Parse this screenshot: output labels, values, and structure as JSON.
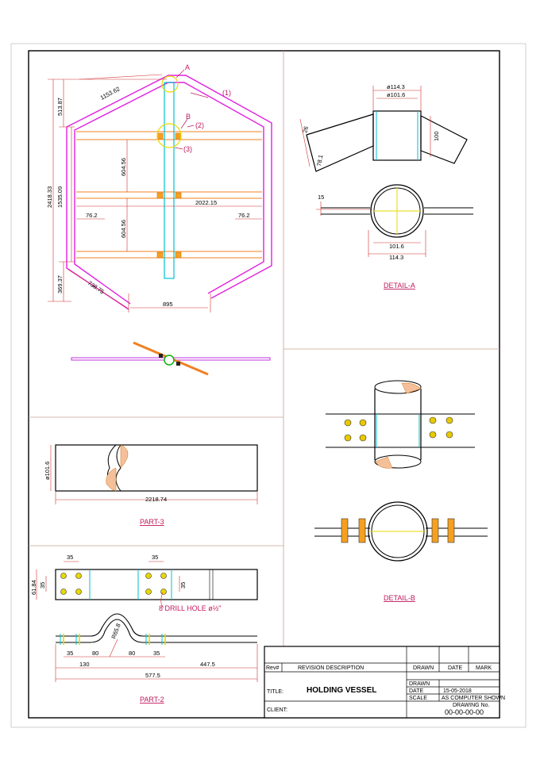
{
  "main_view": {
    "callouts": {
      "a": "A",
      "b": "B",
      "p1": "(1)",
      "p2": "(2)",
      "p3": "(3)"
    },
    "dims": {
      "d513": "513.87",
      "d1153": "1153.62",
      "d2418": "2418.33",
      "d1535": "1535.09",
      "d604a": "604.56",
      "d604b": "604.56",
      "d2022": "2022.15",
      "d76l": "76.2",
      "d76r": "76.2",
      "d369": "369.37",
      "d738": "738.75",
      "d895": "895"
    }
  },
  "detail_a": {
    "title": "DETAIL-A",
    "dims": {
      "o114": "ø114.3",
      "o101": "ø101.6",
      "d26": "26",
      "d78": "78.1",
      "d100": "100",
      "d15": "15",
      "d101": "101.6",
      "d114": "114.3"
    }
  },
  "detail_b": {
    "title": "DETAIL-B"
  },
  "part3": {
    "title": "PART-3",
    "dims": {
      "dia": "ø101.6",
      "len": "2218.74"
    }
  },
  "part2": {
    "title": "PART-2",
    "note": "8 DRILL HOLE ø½\"",
    "dims": {
      "t35a": "35",
      "t35b": "35",
      "h61": "61.84",
      "h35l": "35",
      "h35r": "35",
      "r865": "R65.8",
      "b35a": "35",
      "b80a": "80",
      "b80b": "80",
      "b35b": "35",
      "b130": "130",
      "b447": "447.5",
      "b577": "577.5"
    }
  },
  "title_block": {
    "rev_label": "Rev#",
    "rev_desc": "REVISION DESCRIPTION",
    "drawn_col": "DRAWN",
    "date_col": "DATE",
    "mark_col": "MARK",
    "title_label": "TITLE:",
    "title_value": "HOLDING VESSEL",
    "client_label": "CLIENT:",
    "drawn_label": "DRAWN",
    "date_label": "DATE",
    "date_value": "15-05-2018",
    "scale_label": "SCALE",
    "scale_value": "AS COMPUTER SHOWN",
    "drawing_no_label": "DRAWING No.",
    "drawing_no_value": "00-00-00-00"
  }
}
